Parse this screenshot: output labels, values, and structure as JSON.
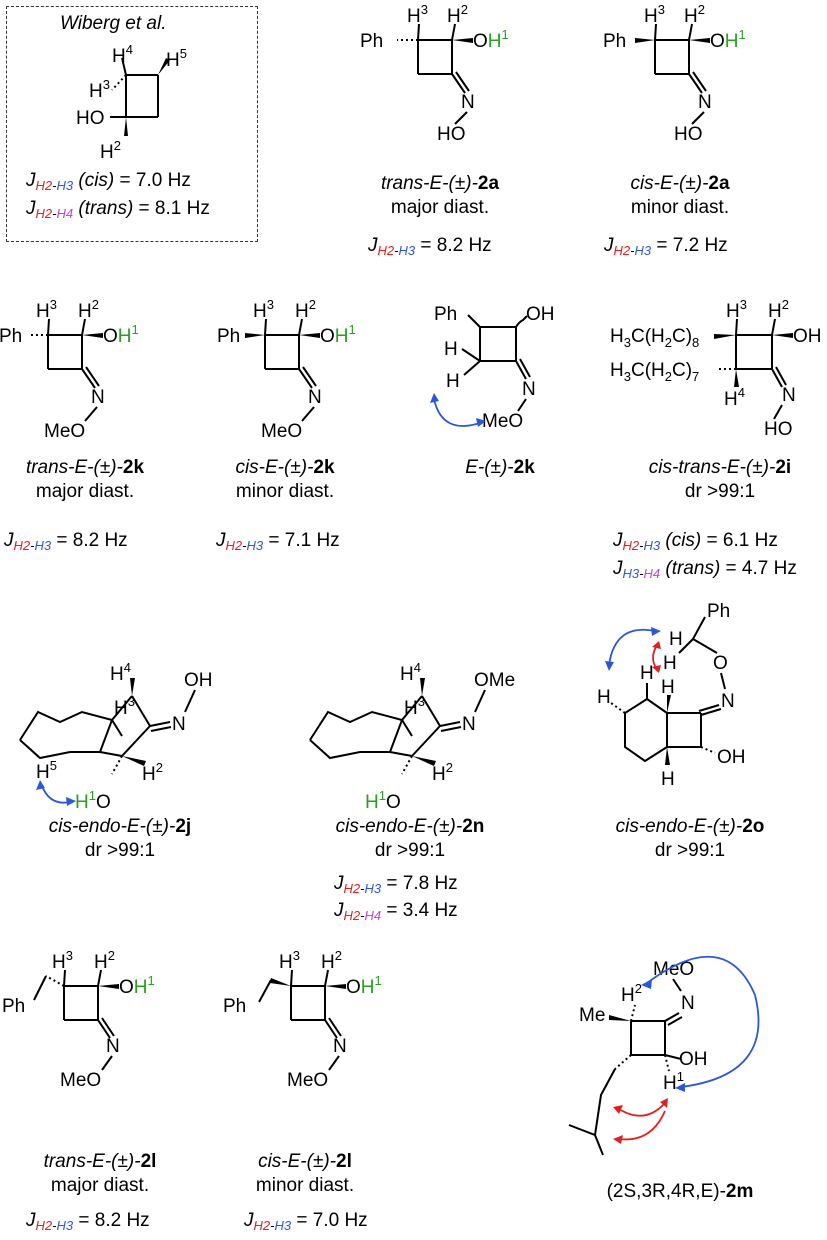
{
  "wiberg": {
    "title": "Wiberg et al.",
    "j1": {
      "pre": "J",
      "h_a": "H2",
      "dash": "-",
      "h_b": "H3",
      "rel": " (cis)",
      "val": " = 7.0 Hz"
    },
    "j2": {
      "pre": "J",
      "h_a": "H2",
      "dash": "-",
      "h_b": "H4",
      "rel": " (trans)",
      "val": " = 8.1 Hz"
    }
  },
  "compounds": [
    {
      "id": "trans-2a",
      "l1_pre": "trans-E-(±)-",
      "l1_bold": "2a",
      "l2": "major diast.",
      "j": " = 8.2 Hz"
    },
    {
      "id": "cis-2a",
      "l1_pre": "cis-E-(±)-",
      "l1_bold": "2a",
      "l2": "minor diast.",
      "j": " = 7.2 Hz"
    },
    {
      "id": "trans-2k",
      "l1_pre": "trans-E-(±)-",
      "l1_bold": "2k",
      "l2": "major diast.",
      "j": " = 8.2 Hz"
    },
    {
      "id": "cis-2k",
      "l1_pre": "cis-E-(±)-",
      "l1_bold": "2k",
      "l2": "minor diast.",
      "j": " = 7.1 Hz"
    },
    {
      "id": "E-2k",
      "l1_pre": "E-(±)-",
      "l1_bold": "2k",
      "l2": "",
      "j": ""
    },
    {
      "id": "2i",
      "l1_pre": "cis-trans-E-(±)-",
      "l1_bold": "2i",
      "l2": "dr >99:1",
      "j": " = 6.1 Hz",
      "j2": " = 4.7 Hz"
    },
    {
      "id": "2j",
      "l1_pre": "cis-endo-E-(±)-",
      "l1_bold": "2j",
      "l2": "dr >99:1",
      "j": ""
    },
    {
      "id": "2n",
      "l1_pre": "cis-endo-E-(±)-",
      "l1_bold": "2n",
      "l2": "dr >99:1",
      "j": " = 7.8 Hz",
      "j2": " = 3.4 Hz"
    },
    {
      "id": "2o",
      "l1_pre": "cis-endo-E-(±)-",
      "l1_bold": "2o",
      "l2": "dr >99:1",
      "j": ""
    },
    {
      "id": "trans-2l",
      "l1_pre": "trans-E-(±)-",
      "l1_bold": "2l",
      "l2": "major diast.",
      "j": " = 8.2 Hz"
    },
    {
      "id": "cis-2l",
      "l1_pre": "cis-E-(±)-",
      "l1_bold": "2l",
      "l2": "minor diast.",
      "j": " = 7.0 Hz"
    },
    {
      "id": "2m",
      "l1_pre": "(2S,3R,4R,E)-",
      "l1_bold": "2m",
      "l2": "",
      "j": ""
    }
  ],
  "labels": {
    "ph": "Ph",
    "oh": "OH",
    "ho": "HO",
    "n": "N",
    "o": "O",
    "meo": "MeO",
    "ome": "OMe",
    "me": "Me",
    "h": "H",
    "h1": "H",
    "h2": "H",
    "h3": "H",
    "h4": "H",
    "h5": "H",
    "sup1": "1",
    "sup2": "2",
    "sup3": "3",
    "sup4": "4",
    "sup5": "5",
    "nonyl": "H3C(H2C)8",
    "octyl": "H3C(H2C)7",
    "cis": " (cis)",
    "trans": " (trans)"
  },
  "colors": {
    "h1": "#28a020",
    "h2": "#e02020",
    "h3": "#2b58d8",
    "h4": "#c040e0",
    "arrow_blue": "#2b58d8",
    "arrow_red": "#e02020"
  }
}
